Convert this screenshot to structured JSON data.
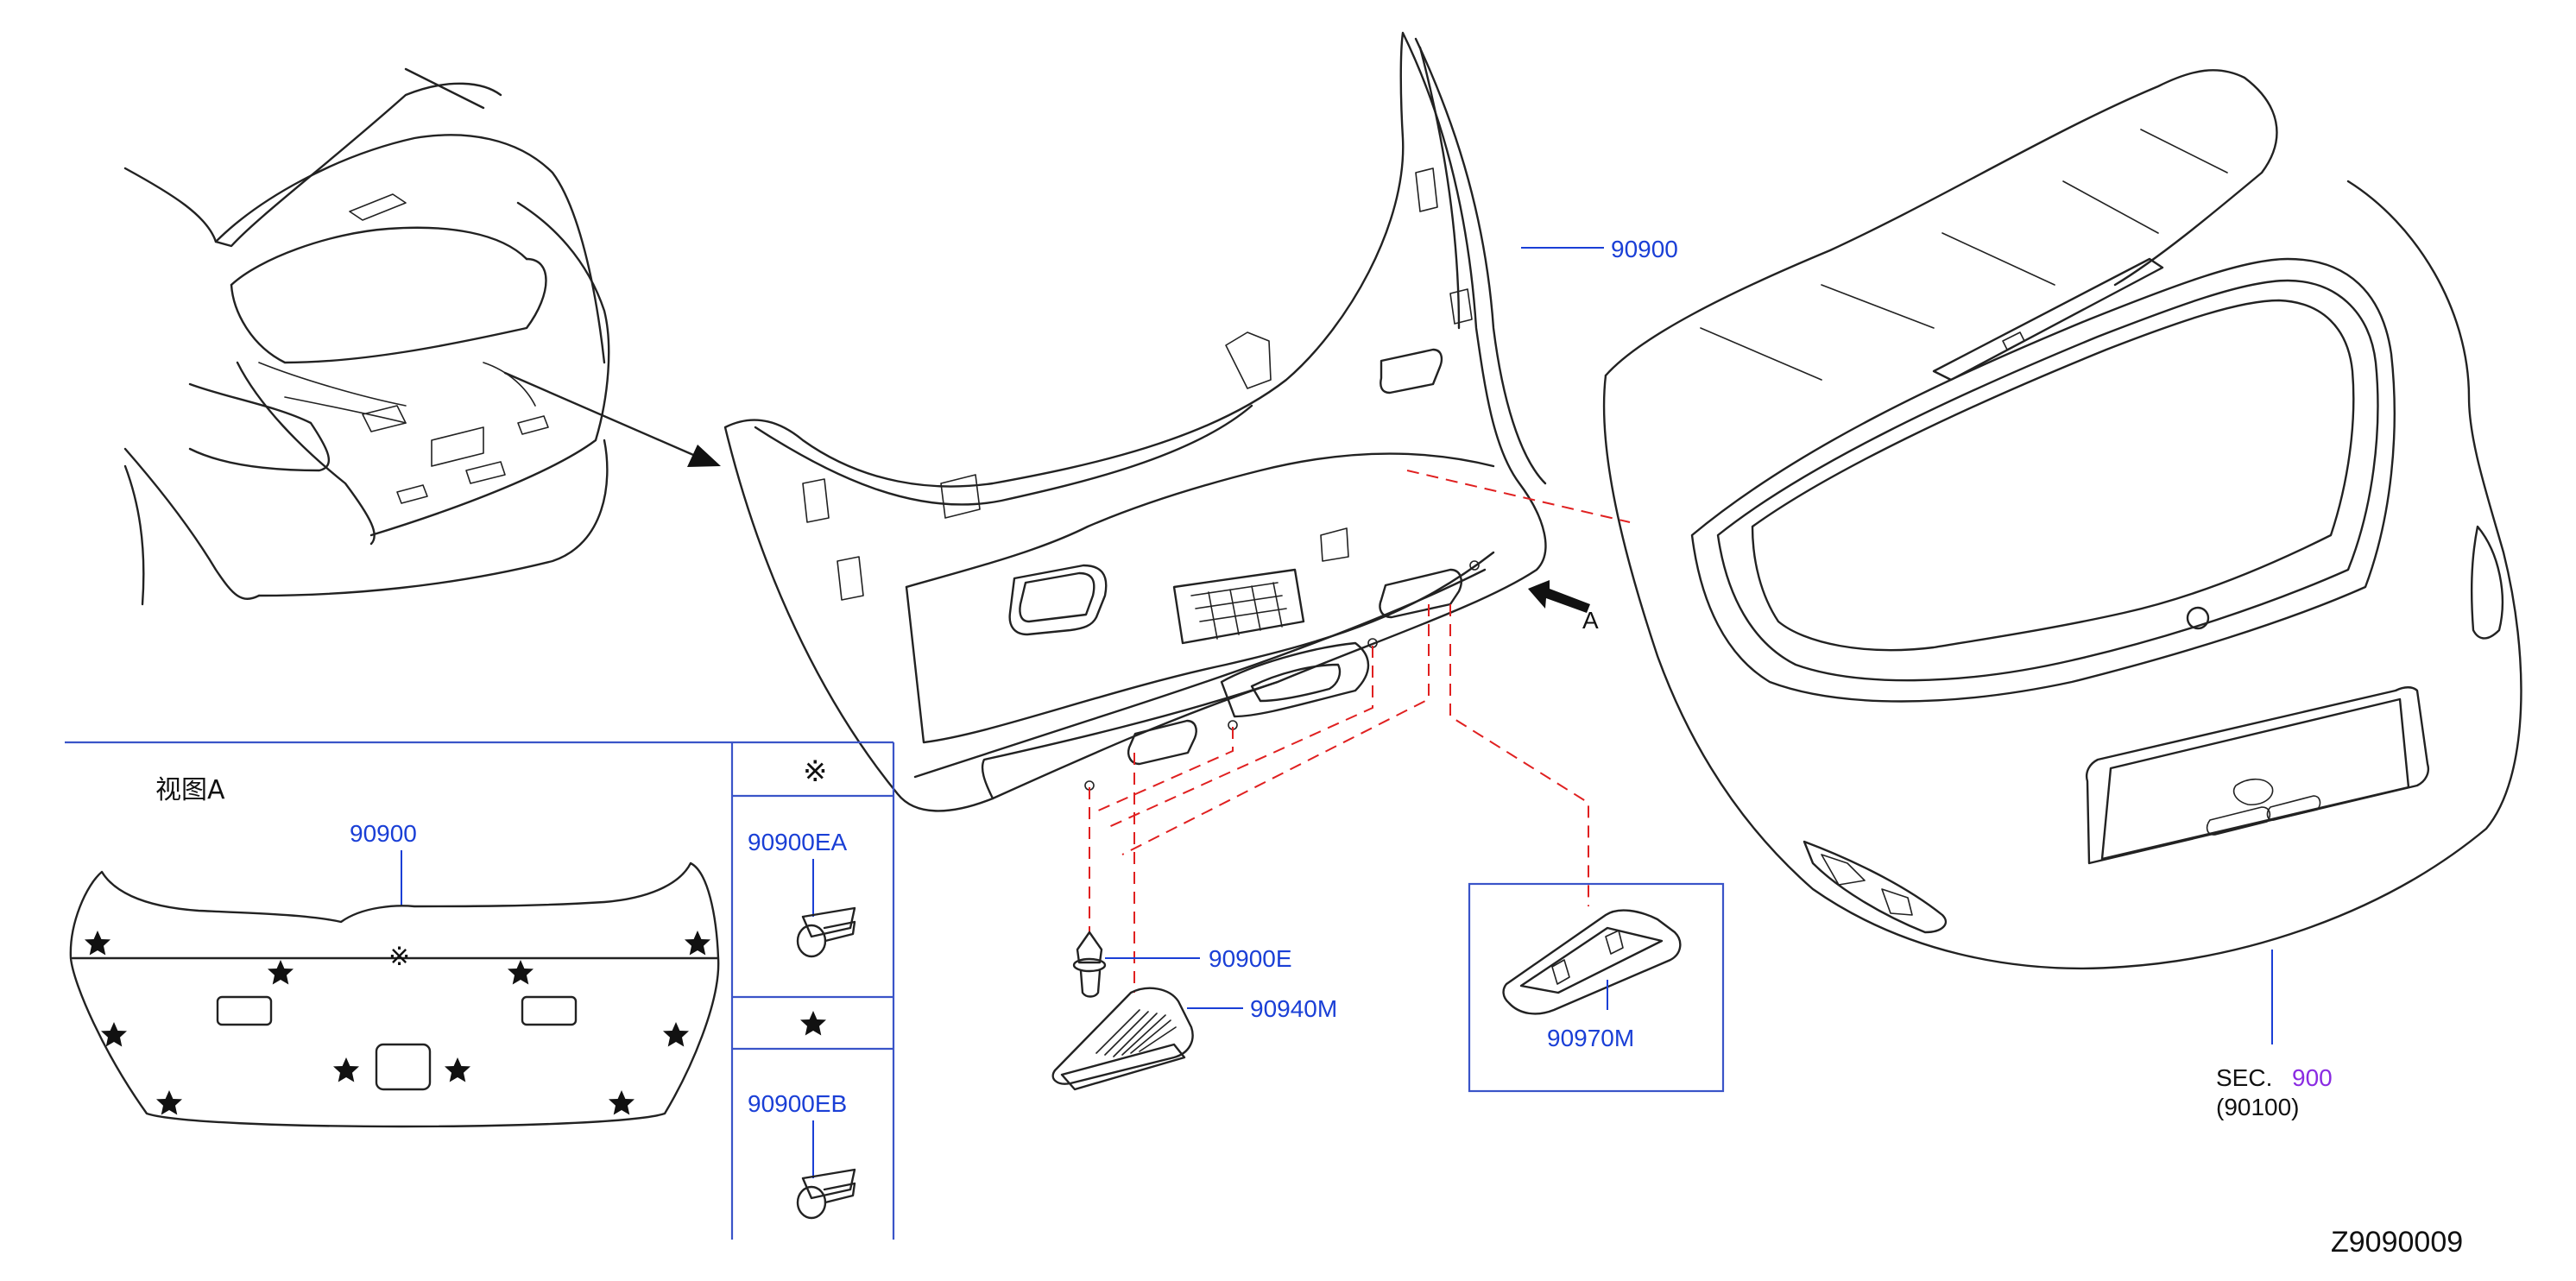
{
  "labels": {
    "trim_part_main": "90900",
    "view_title": "视图A",
    "view_part": "90900",
    "clip_ea": "90900EA",
    "clip_eb": "90900EB",
    "clip_e": "90900E",
    "lamp": "90940M",
    "handle": "90970M",
    "arrow_ref": "A",
    "sec_prefix": "SEC.",
    "sec_number": "900",
    "sec_sub": "(90100)",
    "ref_code": "Z9090009"
  },
  "symbols": {
    "clip_ea_symbol": "※",
    "clip_eb_symbol": "★",
    "view_center_symbol": "※"
  },
  "colors": {
    "part_number": "#1a3fd6",
    "section_number": "#8a2be2",
    "dashed_guides": "#e02020",
    "frame": "#3a54c8"
  }
}
